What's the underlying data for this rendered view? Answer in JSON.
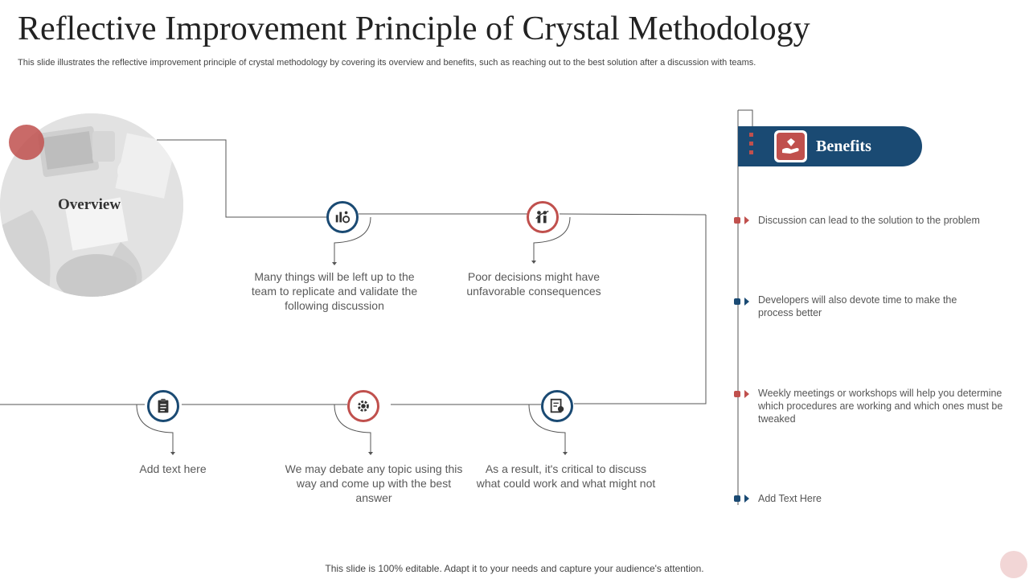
{
  "header": {
    "title": "Reflective Improvement Principle of Crystal Methodology",
    "subtitle": "This slide illustrates the reflective improvement principle of crystal methodology by covering its overview and benefits, such as reaching out to the best solution after a discussion with teams."
  },
  "overview": {
    "label": "Overview"
  },
  "steps": [
    {
      "text": "Many things will be left up to the team to replicate and validate the following discussion",
      "icon": "chart-settings-icon",
      "color": "#1a4a73"
    },
    {
      "text": "Poor decisions might have unfavorable consequences",
      "icon": "team-growth-icon",
      "color": "#c0504d"
    },
    {
      "text": "As a result, it's critical to discuss what could work and what might not",
      "icon": "document-settings-icon",
      "color": "#1a4a73"
    },
    {
      "text": "We may debate any topic using this way and come up with the best answer",
      "icon": "gear-icon",
      "color": "#c0504d"
    },
    {
      "text": "Add text here",
      "icon": "clipboard-icon",
      "color": "#1a4a73"
    }
  ],
  "benefits": {
    "title": "Benefits",
    "icon": "hand-diamond-icon",
    "items": [
      {
        "text": "Discussion can lead to the solution to the problem",
        "color": "#c0504d"
      },
      {
        "text": "Developers  will also devote  time to make the process better",
        "color": "#1a4a73"
      },
      {
        "text": "Weekly meetings or workshops will help you determine which procedures are working and which ones must be tweaked",
        "color": "#c0504d"
      },
      {
        "text": "Add Text Here",
        "color": "#1a4a73"
      }
    ]
  },
  "footer": {
    "text": "This slide is 100% editable. Adapt it to your needs and capture your audience's attention."
  },
  "colors": {
    "primary": "#1a4a73",
    "accent": "#c0504d"
  }
}
